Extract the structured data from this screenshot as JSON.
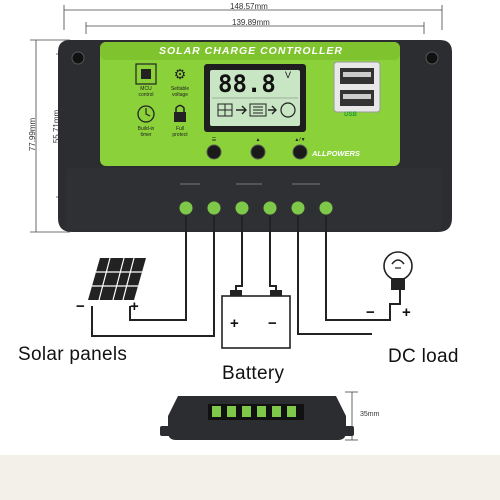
{
  "dimensions": {
    "total_width": "148.57mm",
    "inner_width": "139.89mm",
    "total_height": "77.99mm",
    "inner_height": "55.71mm",
    "depth": "35mm"
  },
  "controller": {
    "title": "SOLAR CHARGE CONTROLLER",
    "lcd_reading": "88.8",
    "lcd_unit": "V",
    "brand": "ALLPOWERS",
    "usb_label": "USB",
    "features": [
      {
        "icon": "chip-icon",
        "label_lines": [
          "MCU",
          "control"
        ]
      },
      {
        "icon": "gear-icon",
        "label_lines": [
          "Settable",
          "voltage"
        ]
      },
      {
        "icon": "clock-icon",
        "label_lines": [
          "Build-in",
          "timer"
        ]
      },
      {
        "icon": "lock-icon",
        "label_lines": [
          "Full",
          "protect"
        ]
      }
    ]
  },
  "labels": {
    "solar": "Solar panels",
    "battery": "Battery",
    "load": "DC load",
    "minus": "−",
    "plus": "+"
  },
  "colors": {
    "controller_green": "#8bd23a",
    "housing": "#2b2d30",
    "lcd": "#c8e6c4",
    "wire": "#222222"
  }
}
